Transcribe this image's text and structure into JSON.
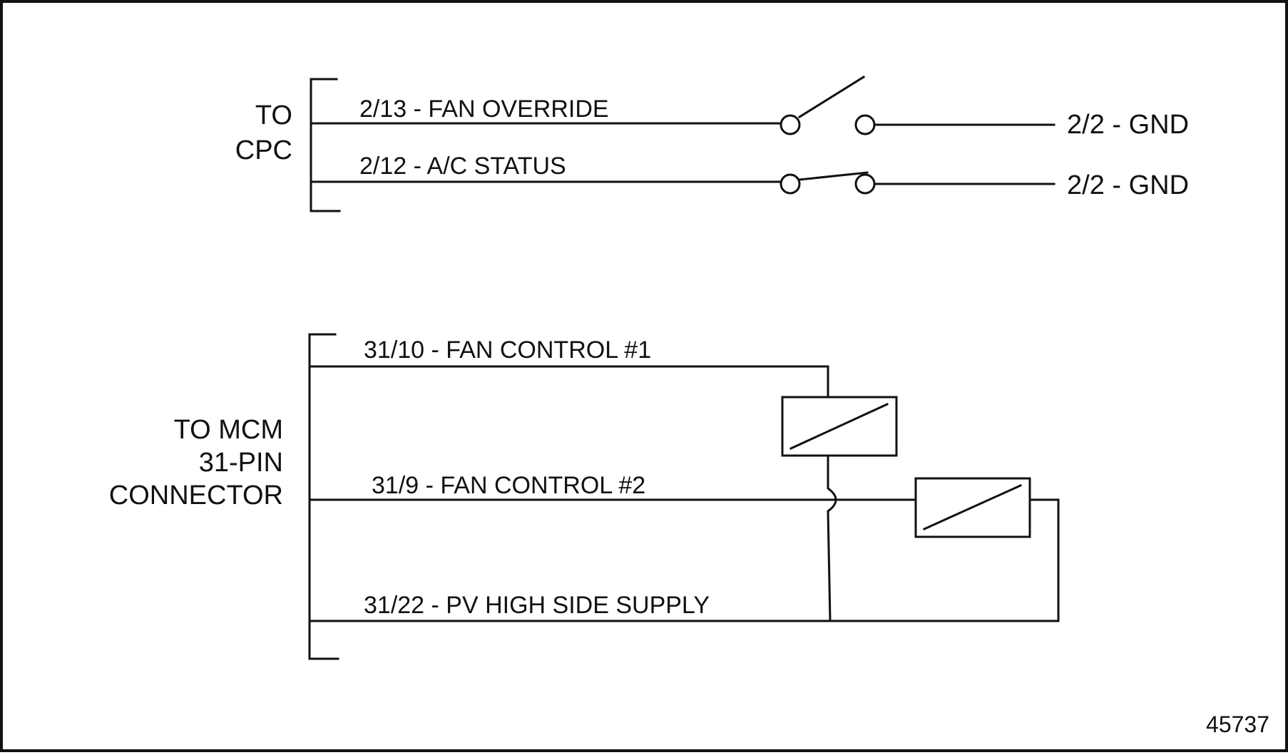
{
  "cpc": {
    "label_line1": "TO",
    "label_line2": "CPC",
    "wire_fan_override": "2/13 - FAN OVERRIDE",
    "wire_ac_status": "2/12 - A/C STATUS",
    "gnd_top": "2/2 - GND",
    "gnd_bottom": "2/2 - GND"
  },
  "mcm": {
    "label_line1": "TO MCM",
    "label_line2": "31-PIN",
    "label_line3": "CONNECTOR",
    "wire_fan_control_1": "31/10 - FAN CONTROL #1",
    "wire_fan_control_2": "31/9 - FAN CONTROL #2",
    "wire_pv_high_side": "31/22 - PV HIGH SIDE SUPPLY"
  },
  "figure_number": "45737"
}
